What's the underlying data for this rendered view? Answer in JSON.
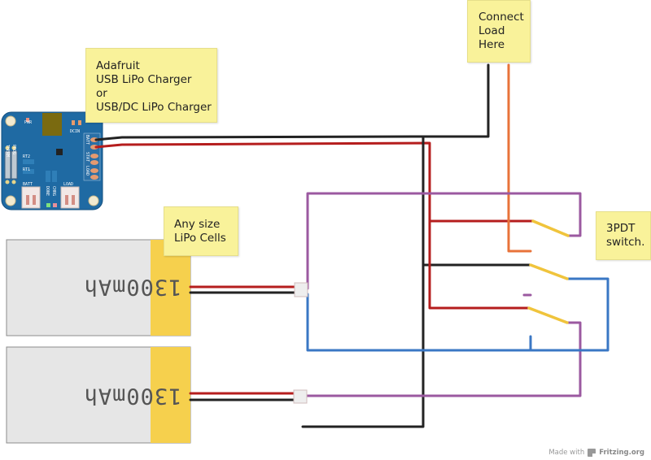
{
  "notes": {
    "charger": [
      "Adafruit",
      "USB LiPo Charger",
      "or",
      "USB/DC LiPo Charger"
    ],
    "load": [
      "Connect",
      "Load",
      "Here"
    ],
    "cells": [
      "Any size",
      "LiPo Cells"
    ],
    "switch": [
      "3PDT",
      "switch."
    ]
  },
  "charger_board": {
    "labels": {
      "therm": "THERM",
      "prog": "PROG",
      "pwr": "PWR",
      "dcin": "DCIN",
      "rt2": "RT2",
      "rt1": "RT1",
      "batt": "BATT",
      "load": "LOAD",
      "done": "DONE",
      "chrg": "CHRG",
      "batt_pins": "BATT",
      "stat": "STAT",
      "load_pins": "LOAD"
    },
    "board_color": "#1f6aa3",
    "led_done_color": "#7ee07e",
    "led_chrg_color": "#e88f9a"
  },
  "batteries": [
    {
      "label": "1300mAh"
    },
    {
      "label": "1300mAh"
    }
  ],
  "wire_colors": {
    "red": "#b51d1d",
    "black": "#222222",
    "purple": "#9b59a0",
    "blue": "#3a77c4",
    "orange": "#e8733a",
    "switch_blade": "#f0c43c"
  },
  "footer": {
    "made_with": "Made with",
    "brand": "Fritzing.org"
  }
}
